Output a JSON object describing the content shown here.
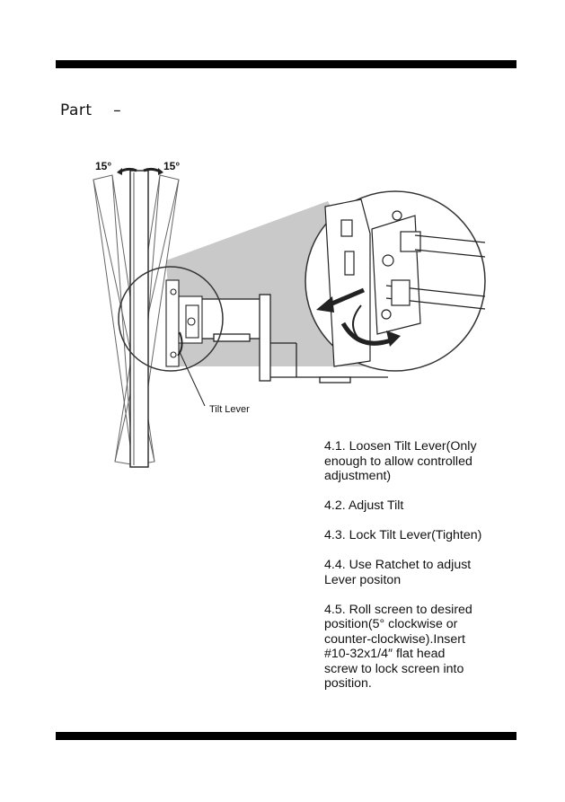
{
  "header": {
    "part_heading": "Part    –"
  },
  "figure": {
    "angle_left": "15°",
    "angle_right": "15°",
    "tilt_lever_label": "Tilt Lever"
  },
  "steps": [
    "4.1. Loosen Tilt Lever(Only\nenough to allow controlled\nadjustment)",
    "4.2. Adjust Tilt",
    "4.3. Lock Tilt Lever(Tighten)",
    "4.4. Use Ratchet to adjust\nLever positon",
    "4.5. Roll screen to desired\nposition(5°  clockwise or\ncounter-clockwise).Insert\n#10-32x1/4″ flat head\nscrew to lock screen into\nposition."
  ]
}
